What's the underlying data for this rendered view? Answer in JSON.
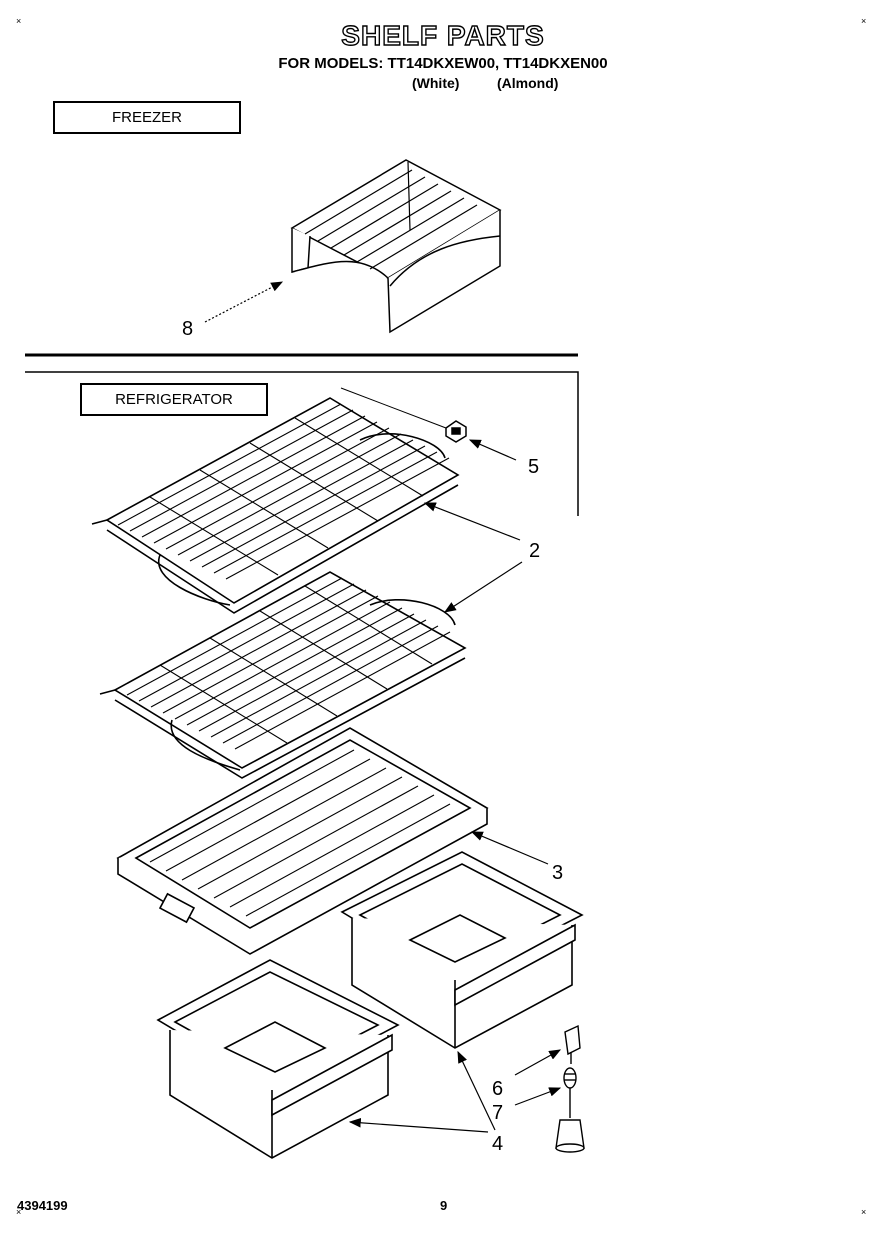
{
  "header": {
    "title": "SHELF PARTS",
    "models": "FOR MODELS: TT14DKXEW00, TT14DKXEN00",
    "color_white": "(White)",
    "color_almond": "(Almond)"
  },
  "sections": {
    "freezer": "FREEZER",
    "refrigerator": "REFRIGERATOR"
  },
  "callouts": {
    "c8": "8",
    "c5": "5",
    "c2": "2",
    "c3": "3",
    "c6": "6",
    "c7": "7",
    "c4": "4"
  },
  "footer": {
    "doc_number": "4394199",
    "page_number": "9"
  },
  "marks": {
    "tl": "×",
    "tr": "×",
    "bl": "×",
    "br": "×"
  }
}
